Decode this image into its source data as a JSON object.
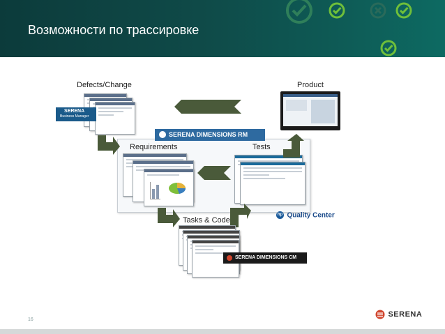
{
  "slide": {
    "title": "Возможности по трассировке",
    "page_number": "16"
  },
  "labels": {
    "defects": "Defects/Change",
    "product": "Product",
    "requirements": "Requirements",
    "tests": "Tests",
    "tasks": "Tasks & Code"
  },
  "logos": {
    "serena_bm_top": "SERENA",
    "serena_bm_bottom": "Business Manager",
    "dimensions_rm": "SERENA DIMENSIONS RM",
    "quality_center": "Quality Center",
    "dimensions_cm": "SERENA DIMENSIONS CM",
    "serena_footer": "SERENA"
  },
  "icons": [
    "check-icon",
    "close-icon",
    "hp-icon",
    "serena-logo-icon"
  ],
  "colors": {
    "header": "#0f4a48",
    "accent_green": "#7fbf3a",
    "arrow": "#4a5a3a",
    "serena_red": "#d0442c",
    "serena_blue": "#1a5a8a"
  }
}
